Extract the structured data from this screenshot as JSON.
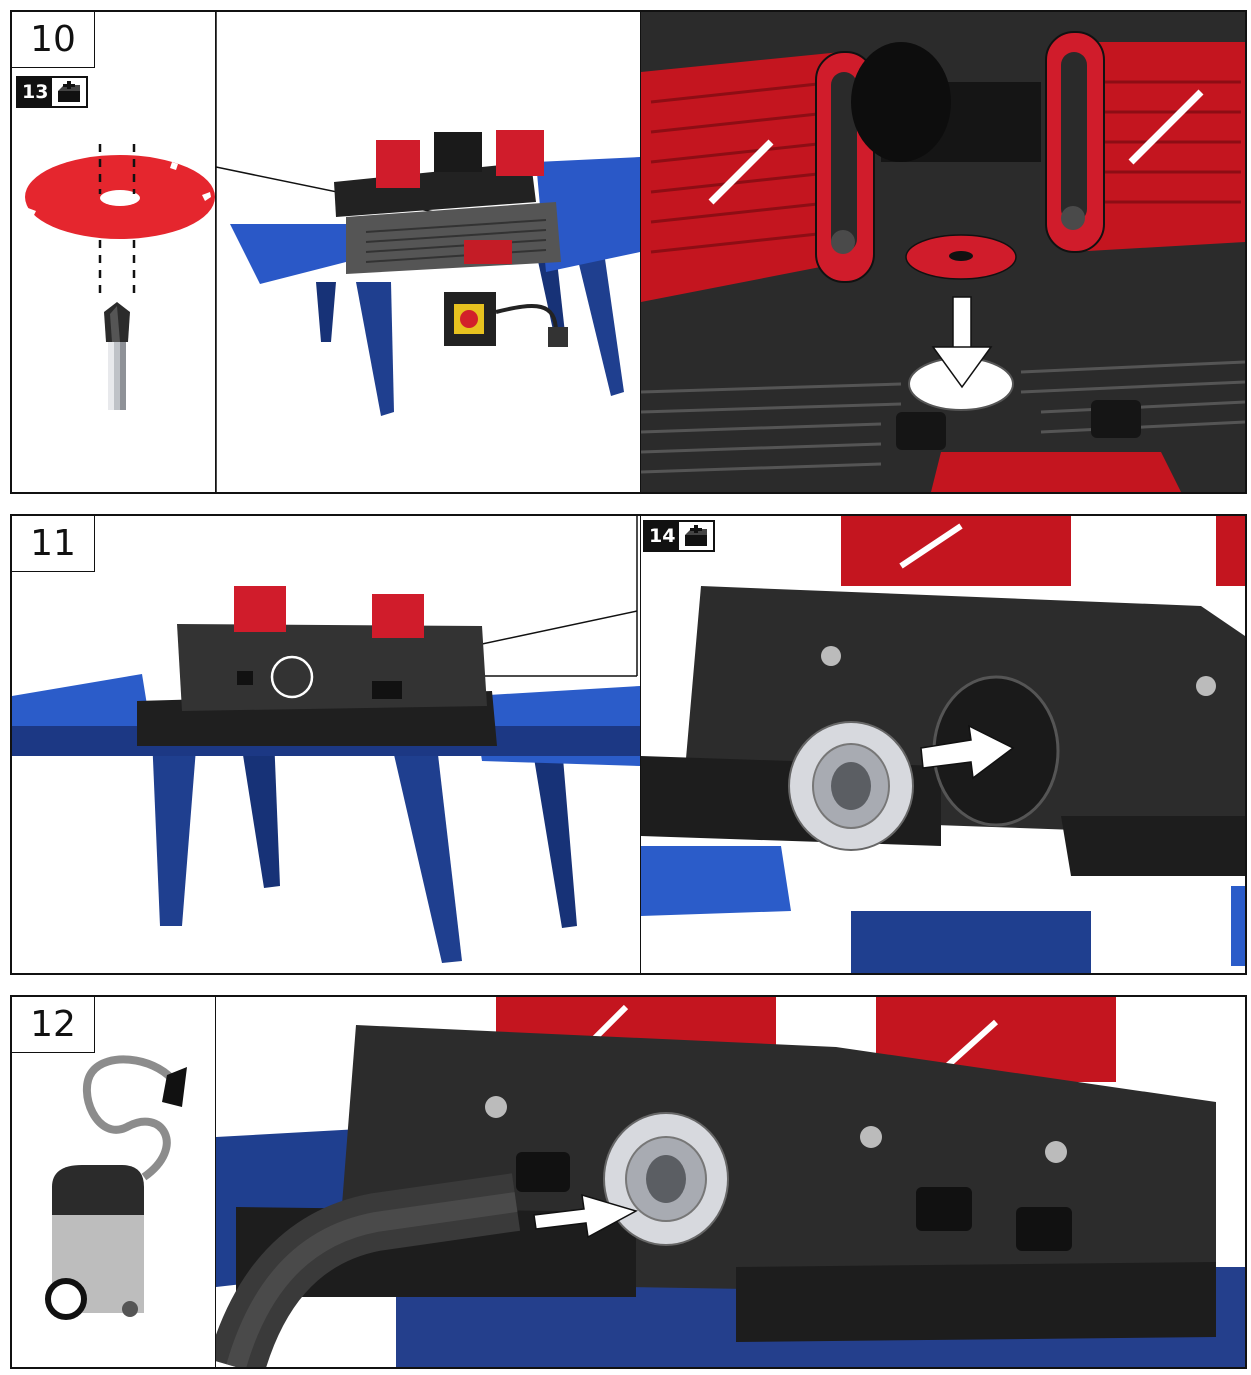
{
  "steps": [
    {
      "number": "10",
      "badge": "13",
      "badge_icon": "accessory-box-icon"
    },
    {
      "number": "11",
      "badge": "14",
      "badge_icon": "accessory-box-icon"
    },
    {
      "number": "12"
    }
  ],
  "colors": {
    "table_blue": "#1f3f8f",
    "fence_red": "#d01c2b",
    "fence_black": "#2a2a2a",
    "outline": "#111111"
  },
  "icons": [
    "insert-ring-icon",
    "router-bit-icon",
    "vacuum-cleaner-icon",
    "arrow-icon",
    "accessory-box-icon"
  ]
}
